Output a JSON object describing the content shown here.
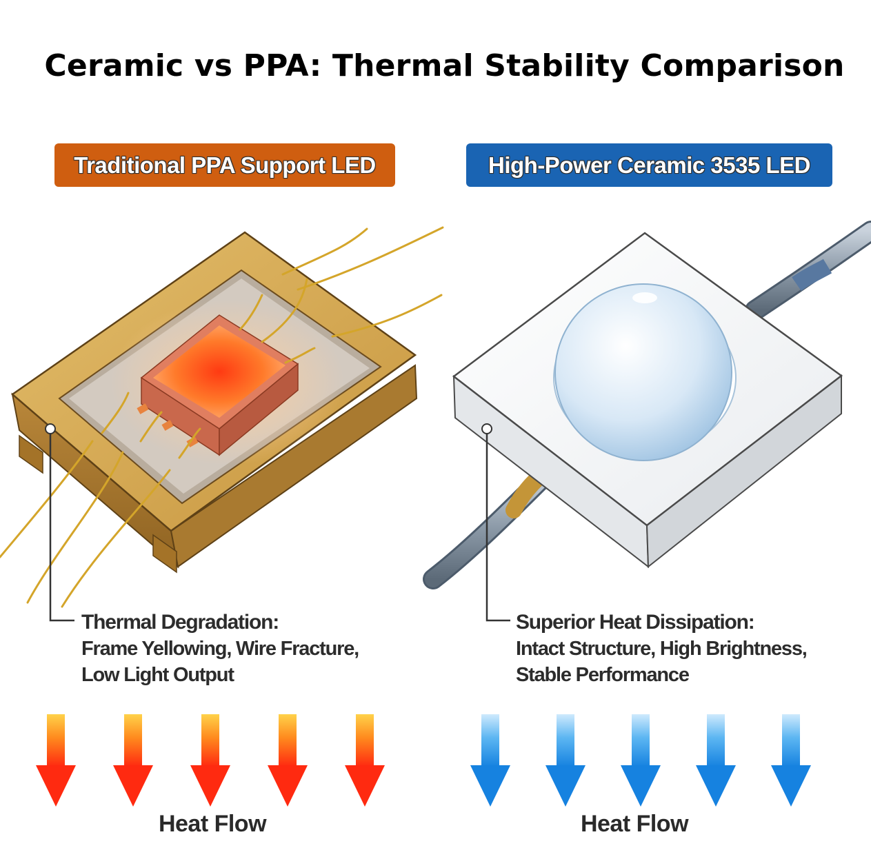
{
  "title": "Ceramic vs PPA: Thermal Stability Comparison",
  "left": {
    "badge": "Traditional PPA Support LED",
    "callout_heading": "Thermal Degradation:",
    "callout_line1": "Frame Yellowing, Wire Fracture,",
    "callout_line2": "Low Light Output",
    "heat_label": "Heat Flow",
    "badge_color": "#cf5e10",
    "arrow_color": "#ff3b12"
  },
  "right": {
    "badge": "High-Power Ceramic 3535 LED",
    "callout_heading": "Superior Heat Dissipation:",
    "callout_line1": "Intact Structure, High Brightness,",
    "callout_line2": "Stable Performance",
    "heat_label": "Heat Flow",
    "badge_color": "#1a64b3",
    "arrow_color": "#1e8ee6"
  }
}
